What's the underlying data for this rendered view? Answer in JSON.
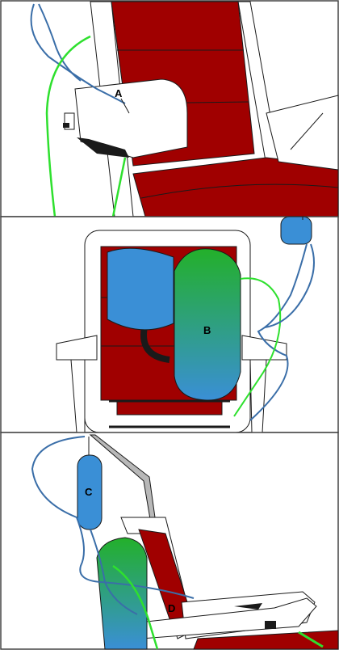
{
  "labels": {
    "a": "A",
    "b": "B",
    "c": "C",
    "d": "D"
  },
  "colors": {
    "seat_red": "#a00000",
    "bag_blue": "#3a8fd6",
    "bag_green": "#23b02a",
    "tube_blue": "#3a6ea8",
    "tube_green": "#2ee02e",
    "outline": "#1a1a1a",
    "frame_gray": "#b8b8b8",
    "panel_border": "#444444"
  },
  "panels": [
    {
      "id": "panel-1",
      "description_label": "A"
    },
    {
      "id": "panel-2",
      "description_label": "B"
    },
    {
      "id": "panel-3",
      "description_label": "C,D"
    }
  ]
}
